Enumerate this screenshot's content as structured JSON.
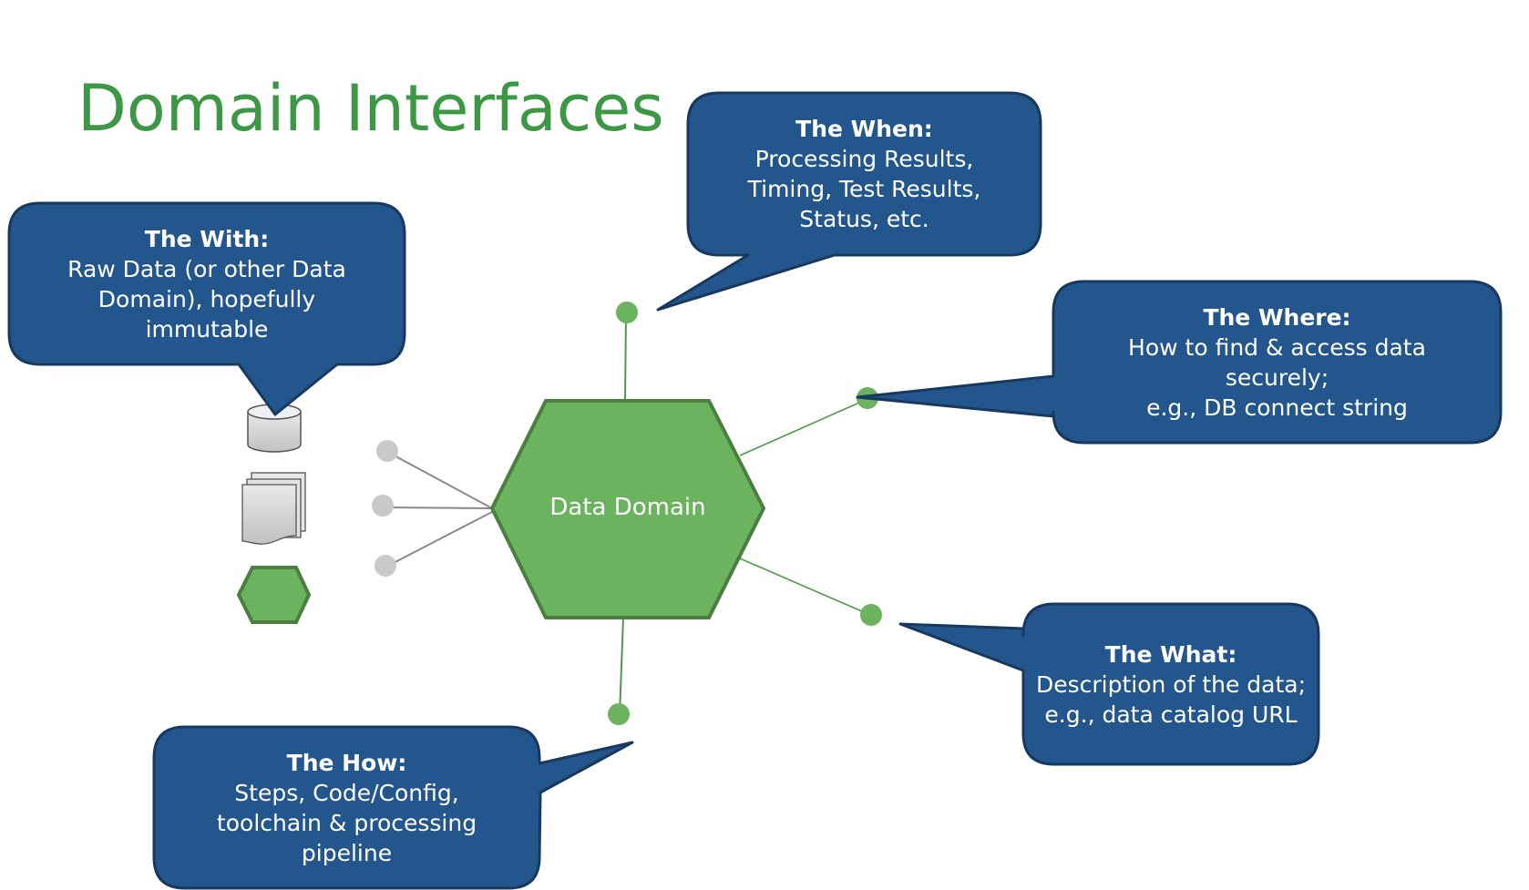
{
  "title": "Domain Interfaces",
  "center": {
    "label": "Data Domain"
  },
  "colors": {
    "title_green": "#3d9845",
    "hex_fill": "#6bb35e",
    "hex_stroke": "#4a7f40",
    "callout_fill": "#23568c",
    "callout_stroke": "#18395f",
    "connector_green": "#4f9a4a",
    "dot_green": "#6bb35e",
    "dot_gray": "#c8c9c8",
    "connector_gray": "#8a8a8a"
  },
  "callouts": [
    {
      "id": "with",
      "heading": "The With:",
      "lines": [
        "Raw Data (or other Data",
        "Domain), hopefully",
        "immutable"
      ]
    },
    {
      "id": "when",
      "heading": "The When:",
      "lines": [
        "Processing Results,",
        "Timing, Test Results,",
        "Status, etc."
      ]
    },
    {
      "id": "where",
      "heading": "The Where:",
      "lines": [
        "How to find & access data",
        "securely;",
        "e.g., DB connect string"
      ]
    },
    {
      "id": "what",
      "heading": "The What:",
      "lines": [
        "Description of the data;",
        "e.g., data catalog URL"
      ]
    },
    {
      "id": "how",
      "heading": "The How:",
      "lines": [
        "Steps, Code/Config,",
        "toolchain & processing",
        "pipeline"
      ]
    }
  ],
  "inputs": [
    {
      "icon": "database-icon"
    },
    {
      "icon": "documents-icon"
    },
    {
      "icon": "data-domain-hexagon-icon"
    }
  ]
}
